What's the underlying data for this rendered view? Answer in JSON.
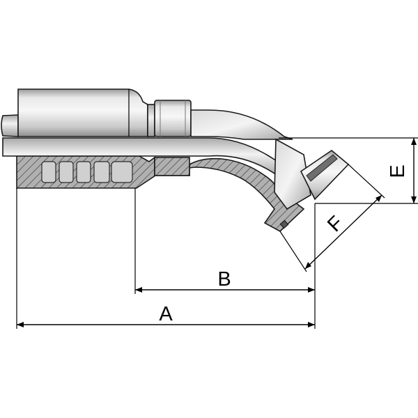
{
  "dimensions": {
    "a": "A",
    "b": "B",
    "e": "E",
    "f": "F"
  },
  "colors": {
    "metal_light": "#e6e6e6",
    "metal_mid": "#c4c4c4",
    "metal_dark": "#8e8e8e",
    "section_fill": "#a9a9a9",
    "hatch": "#3a3a3a",
    "line": "#000000"
  }
}
